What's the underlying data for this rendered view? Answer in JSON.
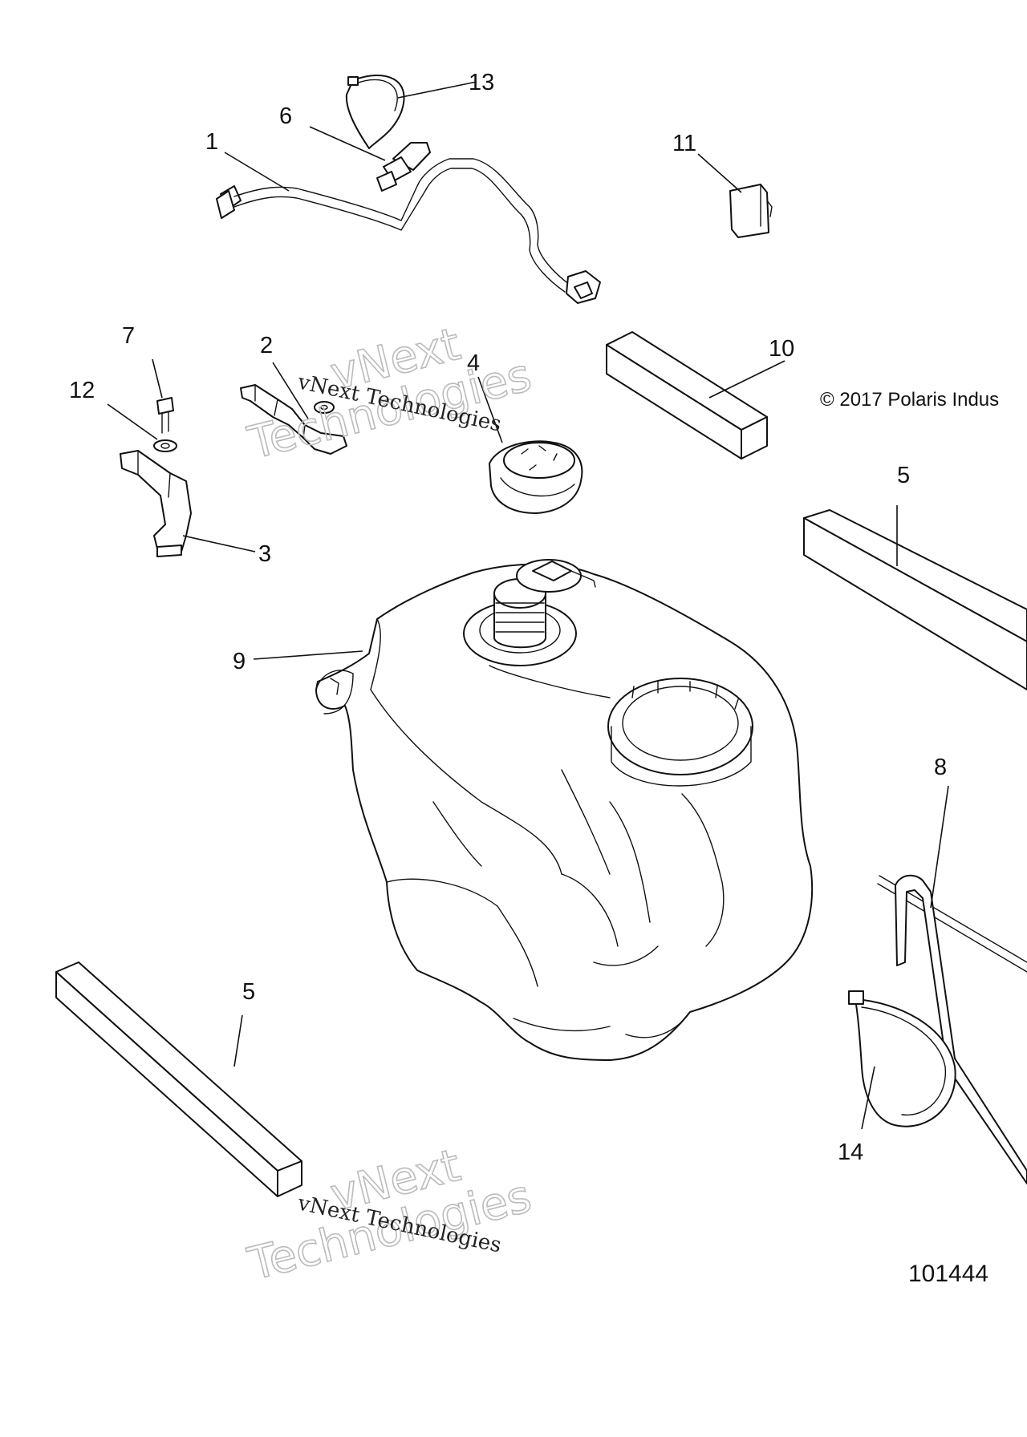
{
  "diagram": {
    "drawing_number": "101444",
    "copyright": "© 2017 Polaris Indus",
    "watermark": {
      "line": "vNext Technologies",
      "word1": "vNext",
      "word2": "Technologies"
    },
    "callouts": {
      "c1": "1",
      "c2": "2",
      "c3": "3",
      "c4": "4",
      "c5a": "5",
      "c5b": "5",
      "c6": "6",
      "c7": "7",
      "c8": "8",
      "c9": "9",
      "c10": "10",
      "c11": "11",
      "c12": "12",
      "c13": "13",
      "c14": "14"
    }
  }
}
